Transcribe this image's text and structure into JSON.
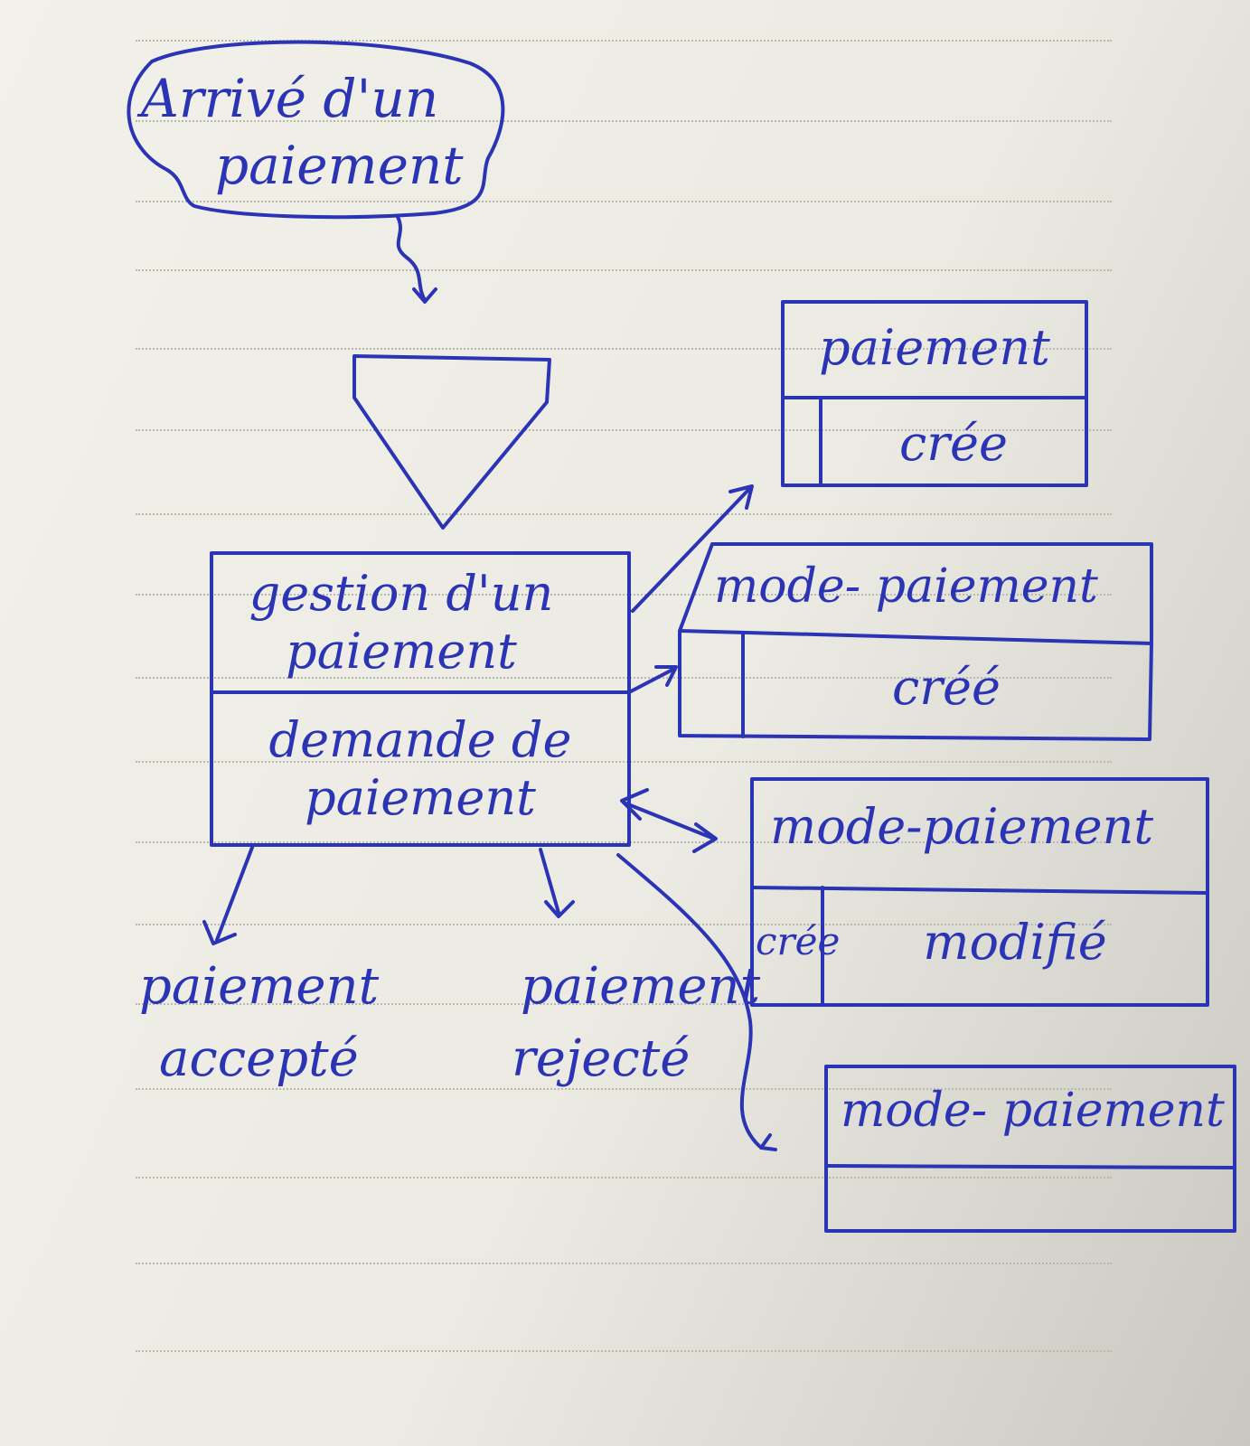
{
  "event": {
    "line1": "Arrivé d'un",
    "line2": "paiement"
  },
  "process": {
    "title_line1": "gestion d'un",
    "title_line2": "paiement",
    "body_line1": "demande de",
    "body_line2": "paiement"
  },
  "outputs": {
    "accepted_line1": "paiement",
    "accepted_line2": "accepté",
    "rejected_line1": "paiement",
    "rejected_line2": "rejecté"
  },
  "entities": [
    {
      "name": "paiement",
      "states": [
        "",
        "crée"
      ]
    },
    {
      "name": "mode- paiement",
      "states": [
        "",
        "créé"
      ]
    },
    {
      "name": "mode-paiement",
      "states": [
        "crée",
        "modifié"
      ]
    },
    {
      "name": "mode- paiement",
      "states": [
        ""
      ]
    }
  ],
  "colors": {
    "ink": "#2a34b4",
    "paper": "#eeede6",
    "rule": "#b9b9b0"
  }
}
